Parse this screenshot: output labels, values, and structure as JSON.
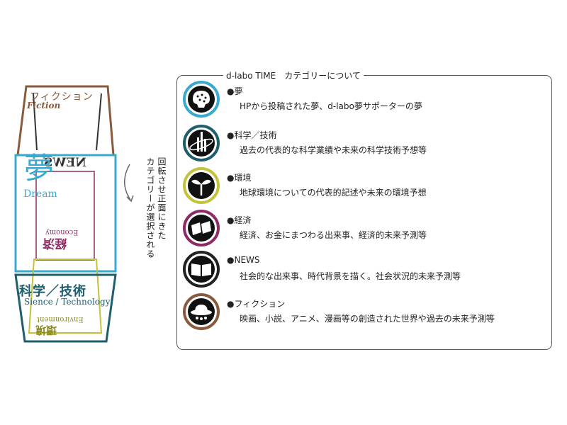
{
  "panel": {
    "title": "d-labo TIME　カテゴリーについて"
  },
  "rotation_note": {
    "line1": "回転させ正面にきた",
    "line2": "カテゴリーが選択される"
  },
  "cube": {
    "fiction_jp": "フィクション",
    "fiction_en": "Fiction",
    "news": "NEWS",
    "dream_jp": "夢",
    "dream_en": "Dream",
    "economy_jp": "経済",
    "economy_en": "Economy",
    "science_jp": "科学／技術",
    "science_en": "Sience / Technology",
    "environment_jp": "環境",
    "environment_en": "Environment"
  },
  "categories": [
    {
      "name": "●夢",
      "desc": "HPから投稿された夢、d-labo夢サポーターの夢",
      "icon": "brain-icon",
      "color": "#3aa9d0"
    },
    {
      "name": "●科学／技術",
      "desc": "過去の代表的な科学業績や未来の科学技術予想等",
      "icon": "rocket-icon",
      "color": "#1e5f6e"
    },
    {
      "name": "●環境",
      "desc": "地球環境についての代表的記述や未来の環境予想",
      "icon": "sprout-icon",
      "color": "#c4c23a"
    },
    {
      "name": "●経済",
      "desc": "経済、お金にまつわる出来事、経済的未来予測等",
      "icon": "money-icon",
      "color": "#8e2a66"
    },
    {
      "name": "●NEWS",
      "desc": "社会的な出来事、時代背景を描く。社会状況的未来予測等",
      "icon": "book-icon",
      "color": "#222222"
    },
    {
      "name": "●フィクション",
      "desc": "映画、小説、アニメ、漫画等の創造された世界や過去の未来予測等",
      "icon": "ufo-icon",
      "color": "#8a5a3c"
    }
  ],
  "colors": {
    "fiction": "#8a5a3c",
    "dream": "#3aa9d0",
    "science": "#1e5f6e",
    "environment": "#c4c23a",
    "economy": "#8e2a66"
  }
}
